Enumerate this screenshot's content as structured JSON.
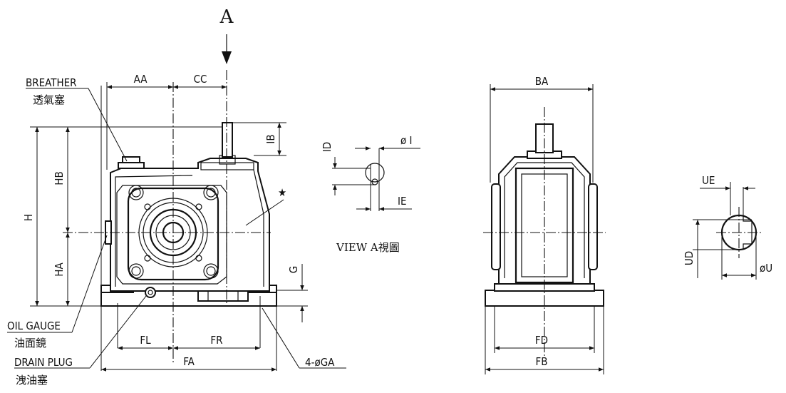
{
  "view_arrow_label": "A",
  "labels": {
    "breather": "BREATHER",
    "breather_cn": "透氣塞",
    "oil_gauge": "OIL GAUGE",
    "oil_gauge_cn": "油面鏡",
    "drain_plug": "DRAIN PLUG",
    "drain_plug_cn": "洩油塞",
    "view_a": "VIEW A視圖",
    "star": "★",
    "holes": "4-øGA"
  },
  "dimensions": {
    "AA": "AA",
    "CC": "CC",
    "IB": "IB",
    "HB": "HB",
    "H": "H",
    "HA": "HA",
    "G": "G",
    "FL": "FL",
    "FR": "FR",
    "FA": "FA",
    "ID": "ID",
    "phiI": "ø I",
    "IE": "IE",
    "BA": "BA",
    "FD": "FD",
    "FB": "FB",
    "UE": "UE",
    "UD": "UD",
    "phiU": "øU"
  }
}
